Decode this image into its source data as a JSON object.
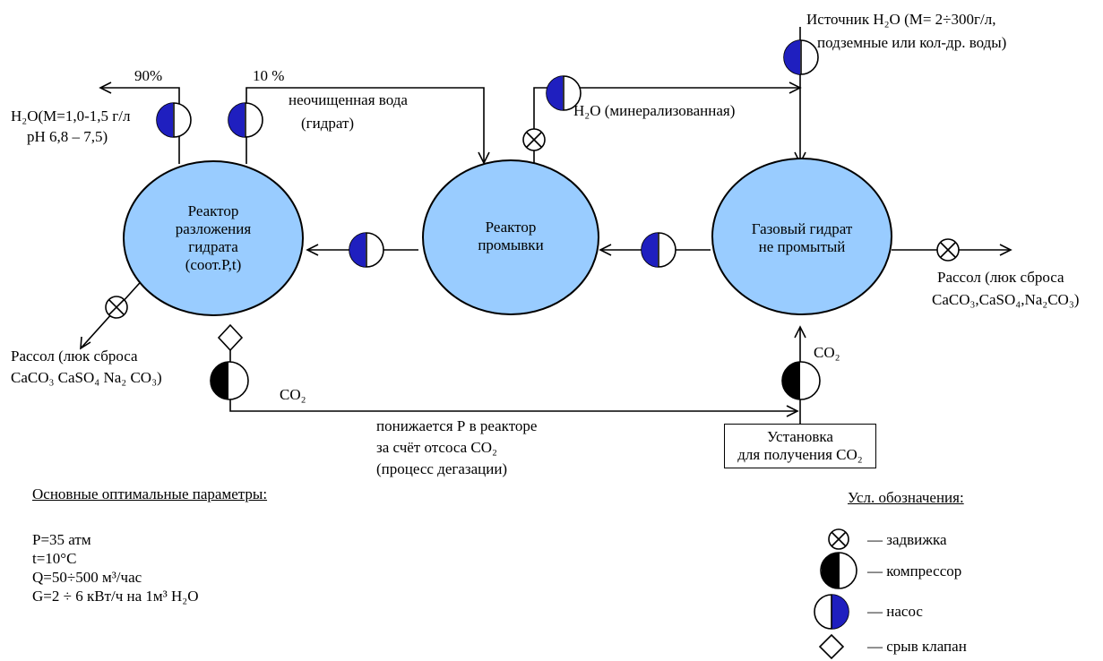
{
  "colors": {
    "reactor_fill": "#99ccff",
    "pump_fill": "#1f1fbf",
    "stroke": "#000000"
  },
  "flows": {
    "pct_90": "90%",
    "pct_10": "10 %",
    "unpurified_water_1": "неочищенная вода",
    "unpurified_water_2": "(гидрат)",
    "mineralized_water": "H₂O (минерализованная)",
    "source_water_1": "Источник H₂O (M= 2÷300г/л,",
    "source_water_2": "подземные или кол-др. воды)",
    "clean_water_1": "H₂O(M=1,0-1,5 г/л",
    "clean_water_2": "pH 6,8 – 7,5)",
    "co2_bottom": "CO₂",
    "co2_right": "CO₂",
    "pressure_1": "понижается Р в реакторе",
    "pressure_2": "за счёт отсоса CO₂",
    "pressure_3": "(процесс дегазации)"
  },
  "reactors": {
    "decomposition": [
      "Реактор",
      "разложения",
      "гидрата",
      "(соот.P,t)"
    ],
    "washing": [
      "Реактор",
      "промывки"
    ],
    "gas_hydrate": [
      "Газовый гидрат",
      "не промытый"
    ]
  },
  "brine": {
    "left_1": "Рассол (люк сброса",
    "left_2": "CaCO₃ CaSO₄ Na₂ CO₃)",
    "right_1": "Рассол (люк сброса",
    "right_2": "CaCO₃,CaSO₄,Na₂CO₃)"
  },
  "co2_unit": [
    "Установка",
    "для получения CO₂"
  ],
  "params": {
    "title": "Основные оптимальные параметры:",
    "p": "Р=35 атм",
    "t": "t=10°С",
    "q": "Q=50÷500 м³/час",
    "g": "G=2 ÷ 6 кВт/ч на 1м³ H₂O"
  },
  "legend": {
    "title": "Усл. обозначения:",
    "valve": "— задвижка",
    "compressor": "— компрессор",
    "pump": "— насос",
    "relief_valve": "— срыв клапан"
  }
}
